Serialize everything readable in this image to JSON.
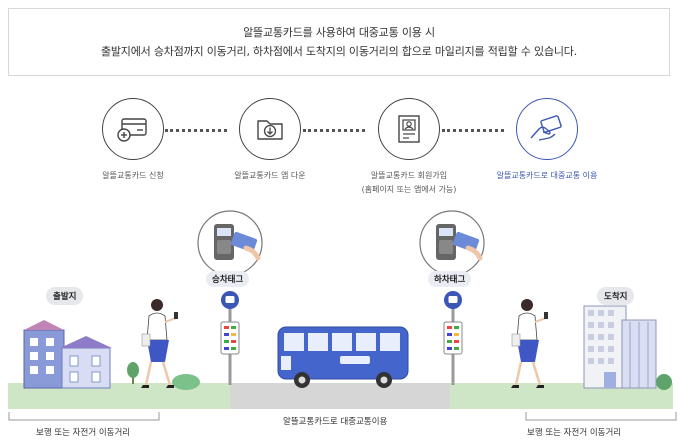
{
  "notice": {
    "line1": "알뜰교통카드를 사용하여 대중교통 이용 시",
    "line2": "출발지에서 승차점까지 이동거리, 하차점에서 도착지의 이동거리의 합으로 마일리지를 적립할 수 있습니다."
  },
  "steps": [
    {
      "label": "알뜰교통카드 신청",
      "icon": "card-plus-icon"
    },
    {
      "label": "알뜰교통카드 앱 다운",
      "icon": "folder-download-icon"
    },
    {
      "label": "알뜰교통카드 회원가입",
      "sublabel": "(홈페이지 또는 앱에서 가능)",
      "icon": "member-id-icon"
    },
    {
      "label": "알뜰교통카드로 대중교통 이용",
      "icon": "card-hand-icon"
    }
  ],
  "scene": {
    "board_tag": "승차태그",
    "alight_tag": "하차태그",
    "origin": "출발지",
    "destination": "도착지",
    "walk_left": "보행 또는 자전거 이동거리",
    "transit": "알뜰교통카드로 대중교통이용",
    "walk_right": "보행 또는 자전거 이동거리"
  },
  "colors": {
    "accent": "#3b57b5",
    "ground": "#cfe6c6",
    "road": "#d6d6d6",
    "bus": "#4466cc"
  }
}
